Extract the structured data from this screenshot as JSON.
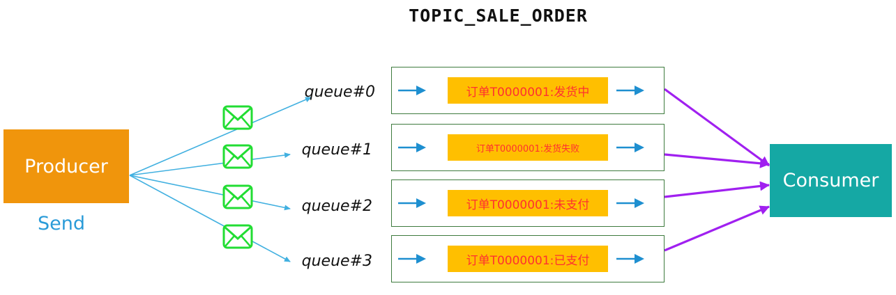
{
  "topic": {
    "title": "TOPIC_SALE_ORDER"
  },
  "producer": {
    "label": "Producer",
    "action_label": "Send"
  },
  "consumer": {
    "label": "Consumer"
  },
  "queues": [
    {
      "name": "queue#0",
      "message": "订单T0000001:发货中"
    },
    {
      "name": "queue#1",
      "message": "订单T0000001:发货失败"
    },
    {
      "name": "queue#2",
      "message": "订单T0000001:未支付"
    },
    {
      "name": "queue#3",
      "message": "订单T0000001:已支付"
    }
  ],
  "colors": {
    "producer": "#f0950c",
    "consumer": "#15a8a4",
    "send_arrow": "#41b0e0",
    "consume_arrow": "#a020f0",
    "queue_arrow": "#1e8fd0",
    "message_chip": "#ffbf00",
    "message_text": "#ff3030",
    "envelope": "#22dd33"
  },
  "icons": [
    "envelope-icon",
    "arrow-right-icon"
  ]
}
